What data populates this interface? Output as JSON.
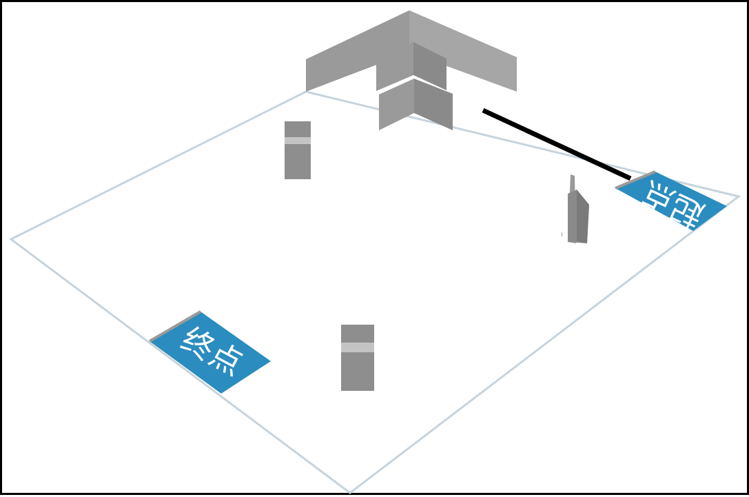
{
  "scene": {
    "start_label": "起点",
    "end_label": "终点",
    "small_sign_text": "一",
    "colors": {
      "floor": "#ffffff",
      "floor_edge": "#c7d3dc",
      "pad": "#2a8cbf",
      "pad_edge": "#9a9a9a",
      "wall_light": "#9c9c9c",
      "wall_dark": "#858585",
      "stripe": "#c4c4c4",
      "line": "#000000"
    }
  }
}
